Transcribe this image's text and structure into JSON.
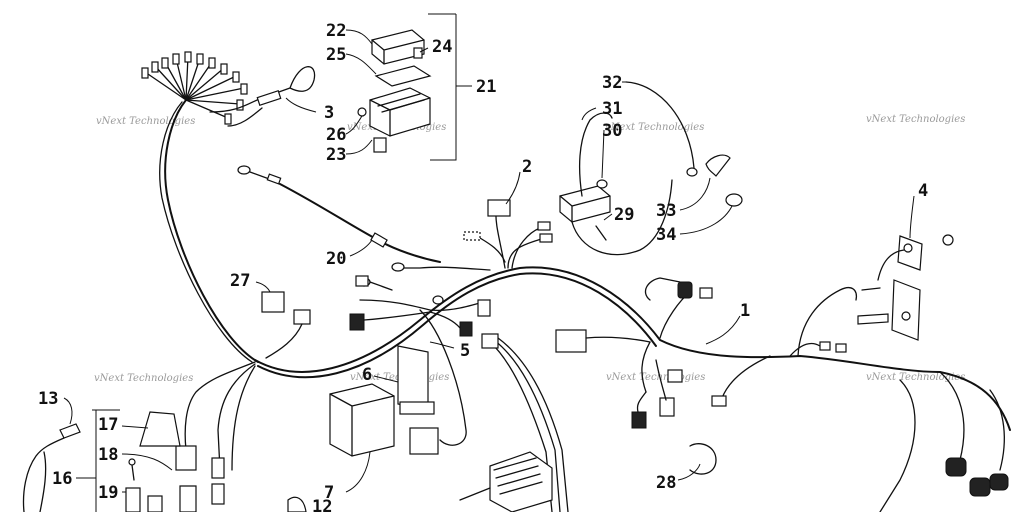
{
  "labels": [
    {
      "id": "1",
      "text": "1"
    },
    {
      "id": "2",
      "text": "2"
    },
    {
      "id": "3",
      "text": "3"
    },
    {
      "id": "4",
      "text": "4"
    },
    {
      "id": "5",
      "text": "5"
    },
    {
      "id": "6",
      "text": "6"
    },
    {
      "id": "7",
      "text": "7"
    },
    {
      "id": "12",
      "text": "12"
    },
    {
      "id": "13",
      "text": "13"
    },
    {
      "id": "16",
      "text": "16"
    },
    {
      "id": "17",
      "text": "17"
    },
    {
      "id": "18",
      "text": "18"
    },
    {
      "id": "19",
      "text": "19"
    },
    {
      "id": "20",
      "text": "20"
    },
    {
      "id": "21",
      "text": "21"
    },
    {
      "id": "22",
      "text": "22"
    },
    {
      "id": "23",
      "text": "23"
    },
    {
      "id": "24",
      "text": "24"
    },
    {
      "id": "25",
      "text": "25"
    },
    {
      "id": "26",
      "text": "26"
    },
    {
      "id": "27",
      "text": "27"
    },
    {
      "id": "28",
      "text": "28"
    },
    {
      "id": "29",
      "text": "29"
    },
    {
      "id": "30",
      "text": "30"
    },
    {
      "id": "31",
      "text": "31"
    },
    {
      "id": "32",
      "text": "32"
    },
    {
      "id": "33",
      "text": "33"
    },
    {
      "id": "34",
      "text": "34"
    }
  ],
  "watermark": {
    "text": "vNext Technologies"
  }
}
